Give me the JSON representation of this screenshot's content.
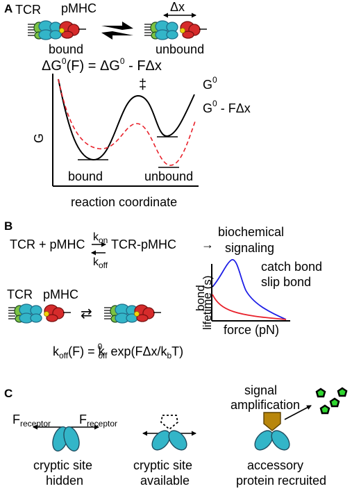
{
  "colors": {
    "black": "#000000",
    "red_curve": "#e8202a",
    "receptor_teal": "#33b5c8",
    "receptor_dark": "#1f6e8a",
    "receptor_green": "#7cc242",
    "pmhc_red": "#d62b2b",
    "pmhc_dark": "#7a1010",
    "peptide_yellow": "#f2d10a",
    "catch_blue": "#1d1ee6",
    "slip_red": "#e8202a",
    "accessory_gold": "#b8860b",
    "signal_green": "#2fd62f"
  },
  "panel_a": {
    "label": "A",
    "tcr": "TCR",
    "pmhc": "pMHC",
    "dx": "Δx",
    "bound": "bound",
    "unbound": "unbound",
    "equation": {
      "lhs_pre": "ΔG",
      "sup1": "0",
      "lhs_mid": "(F) = ΔG",
      "sup2": "0",
      "rhs": " - FΔx"
    },
    "g_axis": "G",
    "transition": "‡",
    "curve_g0": {
      "base": "G",
      "sup": "0"
    },
    "curve_tilted": {
      "base": "G",
      "sup": "0",
      "rest": " - FΔx"
    },
    "well_bound": "bound",
    "well_unbound": "unbound",
    "x_axis": "reaction coordinate"
  },
  "panel_b": {
    "label": "B",
    "reaction": {
      "left": "TCR + pMHC",
      "kon_base": "k",
      "kon_sub": "on",
      "koff_base": "k",
      "koff_sub": "off",
      "product": "TCR-pMHC",
      "arrow": "→",
      "out1": "biochemical",
      "out2": "signaling"
    },
    "tcr": "TCR",
    "pmhc": "pMHC",
    "equilibrium": "⇄",
    "plot": {
      "type": "line",
      "ylabel_line1": "bond",
      "ylabel_line2": "lifetime (s)",
      "xlabel": "force (pN)",
      "series": [
        {
          "name": "catch bond",
          "color": "#1d1ee6"
        },
        {
          "name": "slip bond",
          "color": "#e8202a"
        }
      ]
    },
    "formula": {
      "k1": "k",
      "s1": "off",
      "p1": "(F) = k",
      "sup": "0",
      "s2": "off",
      "p2": " exp(FΔx/k",
      "s3": "b",
      "p3": "T)"
    }
  },
  "panel_c": {
    "label": "C",
    "f_left": {
      "base": "F",
      "sub": "receptor"
    },
    "f_right": {
      "base": "F",
      "sub": "receptor"
    },
    "signal_line1": "signal",
    "signal_line2": "amplification",
    "cap1_a": "cryptic site",
    "cap1_b": "hidden",
    "cap2_a": "cryptic site",
    "cap2_b": "available",
    "cap3_a": "accessory",
    "cap3_b": "protein recruited"
  }
}
